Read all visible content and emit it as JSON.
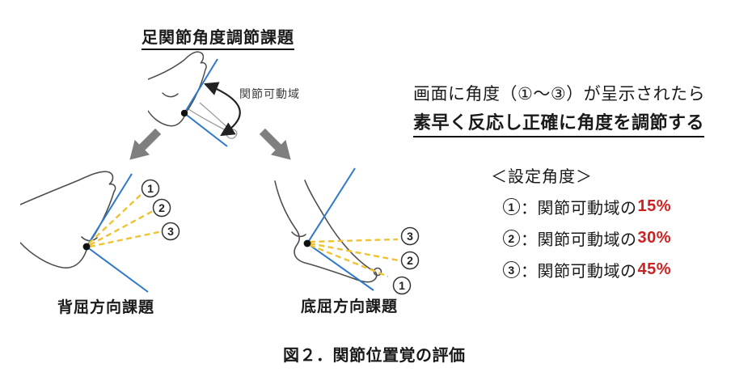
{
  "title": "足関節角度調節課題",
  "top_diagram": {
    "label": "関節可動域"
  },
  "left_diagram": {
    "label": "背屈方向課題",
    "markers": [
      "1",
      "2",
      "3"
    ]
  },
  "right_diagram": {
    "label": "底屈方向課題",
    "markers": [
      "3",
      "2",
      "1"
    ]
  },
  "instruction": {
    "line1": "画面に角度（①～③）が呈示されたら",
    "line2": "素早く反応し正確に角度を調節する"
  },
  "settings": {
    "heading": "＜設定角度＞",
    "items": [
      {
        "num": "1",
        "label": "：関節可動域の",
        "value": "15%"
      },
      {
        "num": "2",
        "label": "：関節可動域の",
        "value": "30%"
      },
      {
        "num": "3",
        "label": "：関節可動域の",
        "value": "45%"
      }
    ]
  },
  "caption": "図２．関節位置覚の評価",
  "colors": {
    "line_blue": "#2E78C8",
    "dash_yellow": "#EFC233",
    "arrow_gray": "#7F7F7F",
    "percent_red": "#CE2020"
  }
}
